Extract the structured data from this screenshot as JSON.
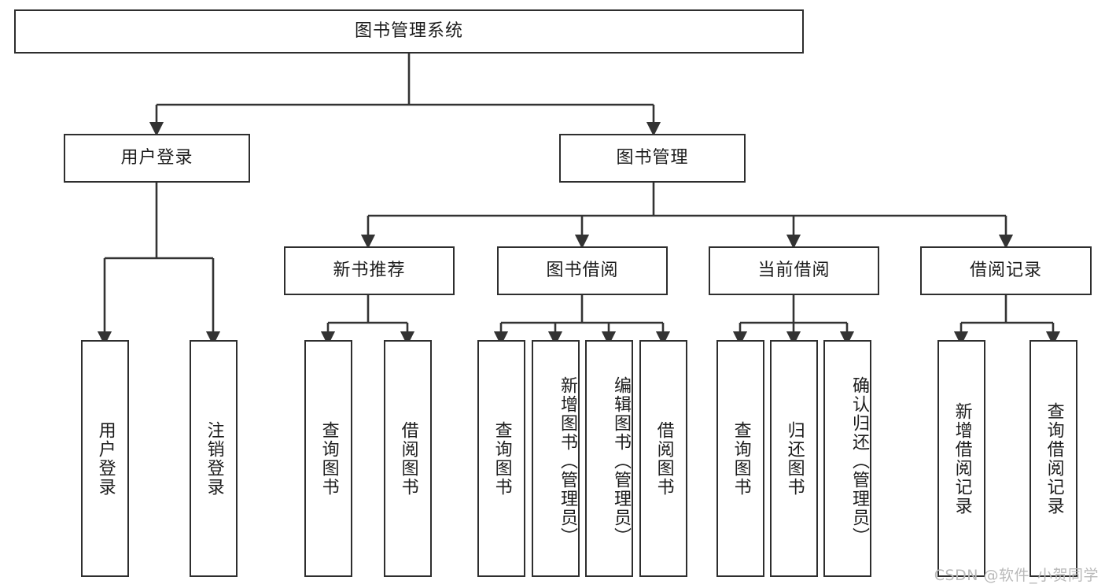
{
  "diagram": {
    "type": "tree",
    "title": "图书管理系统",
    "watermark": "CSDN @软件_小贺同学",
    "colors": {
      "box_border": "#2e2e2e",
      "box_fill": "#ffffff",
      "line": "#333333",
      "text": "#1c1c1c",
      "watermark": "#b9b9b9",
      "background": "#ffffff"
    },
    "nodes": {
      "root": {
        "label": "图书管理系统"
      },
      "level2": [
        {
          "id": "user-login",
          "label": "用户登录"
        },
        {
          "id": "book-manage",
          "label": "图书管理"
        }
      ],
      "level3": [
        {
          "id": "new-book-rec",
          "label": "新书推荐"
        },
        {
          "id": "book-borrow",
          "label": "图书借阅"
        },
        {
          "id": "current-borrow",
          "label": "当前借阅"
        },
        {
          "id": "borrow-record",
          "label": "借阅记录"
        }
      ],
      "leaves": {
        "user_login": [
          {
            "id": "leaf-user-login",
            "label": "用户登录"
          },
          {
            "id": "leaf-user-logout",
            "label": "注销登录"
          }
        ],
        "new_book_rec": [
          {
            "id": "leaf-query-book-1",
            "label": "查询图书"
          },
          {
            "id": "leaf-borrow-book-1",
            "label": "借阅图书"
          }
        ],
        "book_borrow": [
          {
            "id": "leaf-query-book-2",
            "label": "查询图书"
          },
          {
            "id": "leaf-add-book",
            "label": "新增图书（管理员）"
          },
          {
            "id": "leaf-edit-book",
            "label": "编辑图书（管理员）"
          },
          {
            "id": "leaf-borrow-book-2",
            "label": "借阅图书"
          }
        ],
        "current_borrow": [
          {
            "id": "leaf-query-book-3",
            "label": "查询图书"
          },
          {
            "id": "leaf-return-book",
            "label": "归还图书"
          },
          {
            "id": "leaf-confirm-return",
            "label": "确认归还（管理员）"
          }
        ],
        "borrow_record": [
          {
            "id": "leaf-add-record",
            "label": "新增借阅记录"
          },
          {
            "id": "leaf-query-record",
            "label": "查询借阅记录"
          }
        ]
      }
    }
  }
}
